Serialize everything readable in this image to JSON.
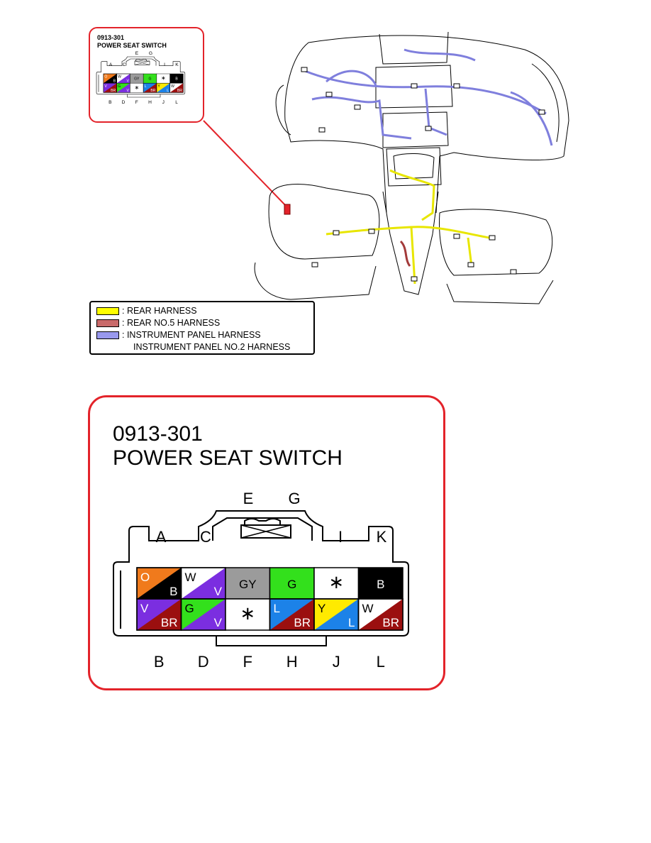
{
  "connector": {
    "code": "0913-301",
    "name": "POWER SEAT SWITCH",
    "top_labels": [
      "E",
      "G"
    ],
    "upper_side_labels": [
      "A",
      "C",
      "I",
      "K"
    ],
    "bottom_labels": [
      "B",
      "D",
      "F",
      "H",
      "J",
      "L"
    ],
    "top_row_cells": [
      {
        "primary": "O",
        "secondary": "B",
        "primary_color": "#f07a1c",
        "secondary_color": "#000000"
      },
      {
        "primary": "W",
        "secondary": "V",
        "primary_color": "#ffffff",
        "secondary_color": "#7b2ee0"
      },
      {
        "primary": "GY",
        "secondary": "",
        "primary_color": "#9b9b9b",
        "secondary_color": ""
      },
      {
        "primary": "G",
        "secondary": "",
        "primary_color": "#33e01c",
        "secondary_color": ""
      },
      {
        "primary": "∗",
        "secondary": "",
        "primary_color": "#ffffff",
        "secondary_color": ""
      },
      {
        "primary": "B",
        "secondary": "",
        "primary_color": "#000000",
        "secondary_color": ""
      }
    ],
    "bottom_row_cells": [
      {
        "primary": "V",
        "secondary": "BR",
        "primary_color": "#7b2ee0",
        "secondary_color": "#9b0f0f"
      },
      {
        "primary": "G",
        "secondary": "V",
        "primary_color": "#33e01c",
        "secondary_color": "#7b2ee0"
      },
      {
        "primary": "∗",
        "secondary": "",
        "primary_color": "#ffffff",
        "secondary_color": ""
      },
      {
        "primary": "L",
        "secondary": "BR",
        "primary_color": "#1c82e8",
        "secondary_color": "#9b0f0f"
      },
      {
        "primary": "Y",
        "secondary": "L",
        "primary_color": "#ffea00",
        "secondary_color": "#1c82e8"
      },
      {
        "primary": "W",
        "secondary": "BR",
        "primary_color": "#ffffff",
        "secondary_color": "#9b0f0f"
      }
    ]
  },
  "legend": [
    {
      "label": ": REAR HARNESS",
      "color": "#ffff00"
    },
    {
      "label": ": REAR NO.5 HARNESS",
      "color": "#c96a6a"
    },
    {
      "label": ": INSTRUMENT PANEL HARNESS",
      "color": "#9999ee"
    },
    {
      "label": "INSTRUMENT PANEL NO.2 HARNESS",
      "color": ""
    }
  ],
  "colors": {
    "callout_border": "#e3232a",
    "rear_harness": "#e8e600",
    "rear_no5_harness": "#a33a3a",
    "instrument_panel_harness": "#7f7fdd"
  }
}
